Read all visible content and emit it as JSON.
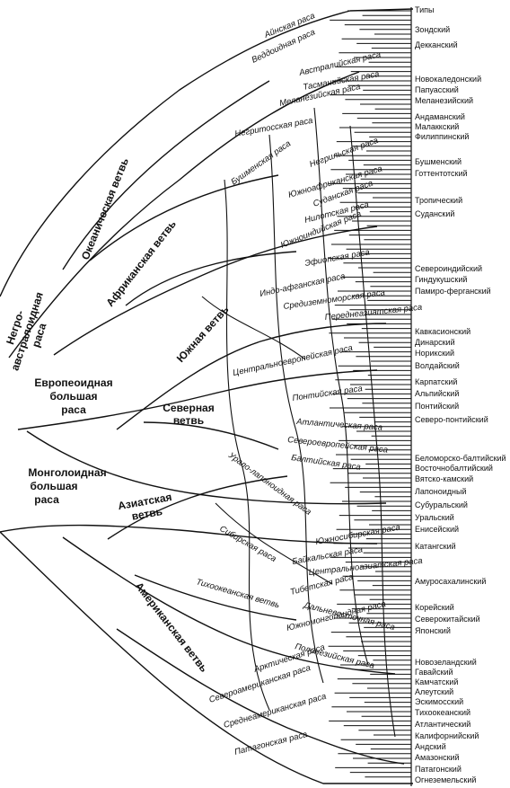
{
  "types_header": "Типы",
  "big_races": [
    {
      "id": "negro",
      "lines": [
        "Негро-",
        "австралоидная",
        "раса"
      ]
    },
    {
      "id": "euro",
      "lines": [
        "Европеоидная",
        "большая",
        "раса"
      ]
    },
    {
      "id": "mongol",
      "lines": [
        "Монголоидная",
        "большая",
        "раса"
      ]
    }
  ],
  "branches": [
    {
      "id": "oceanic",
      "label": "Океаническая ветвь"
    },
    {
      "id": "african",
      "label": "Африканская ветвь"
    },
    {
      "id": "southern",
      "label": "Южная ветвь"
    },
    {
      "id": "northern",
      "lines": [
        "Северная",
        "ветвь"
      ]
    },
    {
      "id": "asian",
      "lines": [
        "Азиатская",
        "ветвь"
      ]
    },
    {
      "id": "american",
      "label": "Американская ветвь"
    }
  ],
  "races": [
    "Айнская раса",
    "Веддоидная раса",
    "Австралийская раса",
    "Тасманийская раса",
    "Меланезийская раса",
    "Негритосская раса",
    "Бушменская раса",
    "Негрильская раса",
    "Южноафриканская раса",
    "Суданская раса",
    "Нилотская раса",
    "Южноиндийская раса",
    "Эфиопская раса",
    "Индо-афганская раса",
    "Средиземноморская раса",
    "Переднеазиатская раса",
    "Центральноевропейская раса",
    "Понтийская раса",
    "Атлантическая раса",
    "Североевропейская раса",
    "Балтийская раса",
    "Урало-лапоноидная раса",
    "Сибирская раса",
    "Южносибирская раса",
    "Байкальская раса",
    "Центральноазиатская раса",
    "Тихоокеанская ветвь",
    "Тибетская раса",
    "Дальневосточная раса",
    "Южномонголоидная раса",
    "Полинезийская раса",
    "Арктическая раса",
    "Североамериканская раса",
    "Среднеамериканская раса",
    "Патагонская раса"
  ],
  "types": [
    "Зондский",
    "Декканский",
    "Новокаледонский",
    "Папуасский",
    "Меланезийский",
    "Андаманский",
    "Малаккский",
    "Филиппинский",
    "Бушменский",
    "Готтентотский",
    "Тропический",
    "Суданский",
    "Североиндийский",
    "Гиндукушский",
    "Памиро-ферганский",
    "Кавкасионский",
    "Динарский",
    "Норикский",
    "Волдайский",
    "Карпатский",
    "Альпийский",
    "Понтийский",
    "Северо-понтийский",
    "Беломорско-балтийский",
    "Восточнобалтийский",
    "Вятско-камский",
    "Лапоноидный",
    "Субуральский",
    "Уральский",
    "Енисейский",
    "Катангский",
    "Амуросахалинский",
    "Корейский",
    "Северокитайский",
    "Японский",
    "Новозеландский",
    "Гавайский",
    "Камчатский",
    "Алеутский",
    "Эскимосский",
    "Тихоокеанский",
    "Атлантический",
    "Калифорнийский",
    "Андский",
    "Амазонский",
    "Патагонский",
    "Огнеземельский"
  ]
}
